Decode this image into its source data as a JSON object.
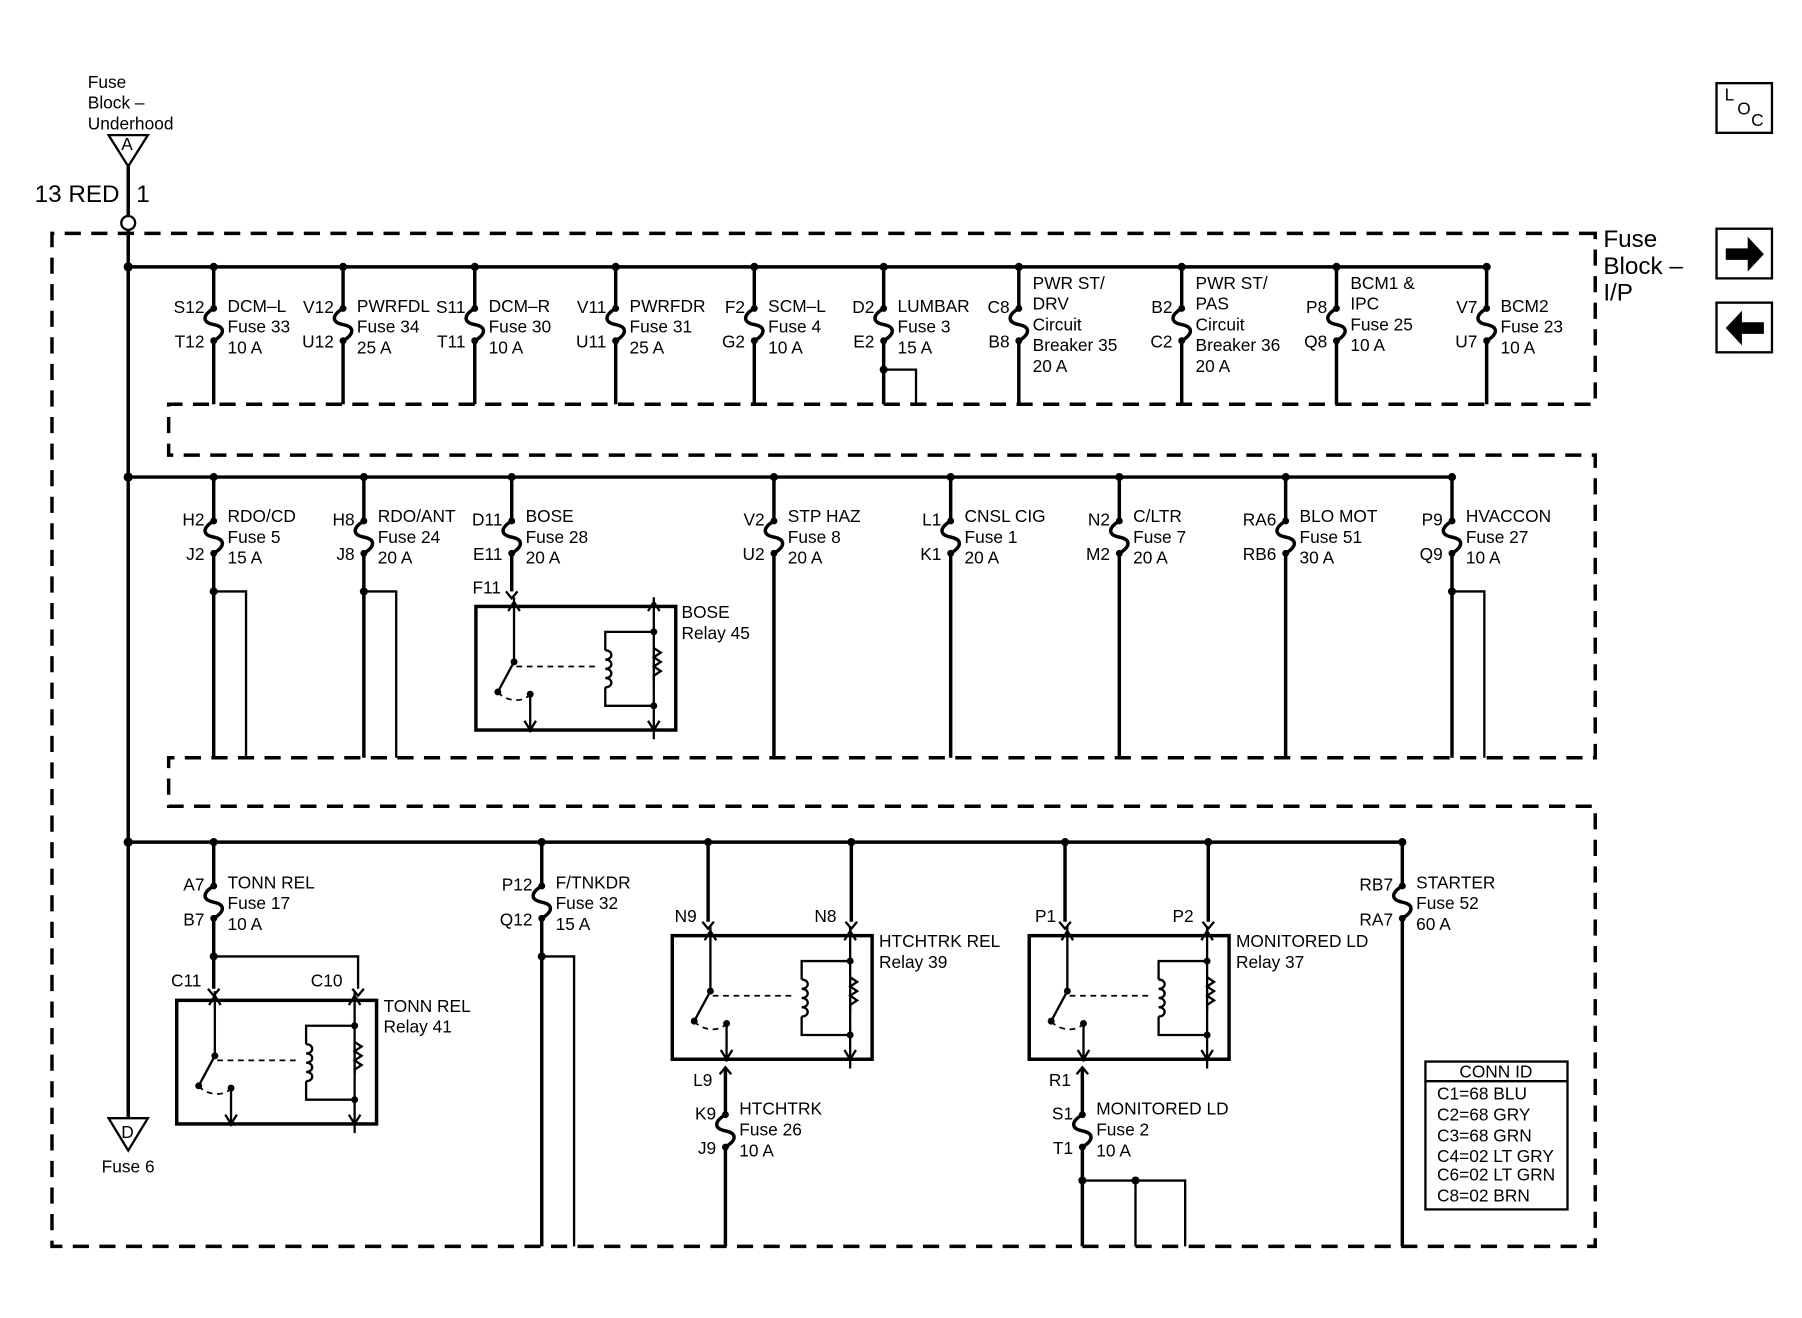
{
  "source": {
    "title_lines": [
      "Fuse",
      "Block –",
      "Underhood"
    ],
    "connector": "A",
    "wire": "13 RED",
    "pin": "1"
  },
  "block_title_lines": [
    "Fuse",
    "Block –",
    "I/P"
  ],
  "loc_icon": {
    "letters": [
      "L",
      "O",
      "C"
    ]
  },
  "nav": {
    "next_icon": "arrow-right-icon",
    "prev_icon": "arrow-left-icon"
  },
  "row1": [
    {
      "top_pin": "S12",
      "bottom_pin": "T12",
      "lines": [
        "DCM–L",
        "Fuse 33",
        "10 A"
      ]
    },
    {
      "top_pin": "V12",
      "bottom_pin": "U12",
      "lines": [
        "PWRFDL",
        "Fuse 34",
        "25 A"
      ]
    },
    {
      "top_pin": "S11",
      "bottom_pin": "T11",
      "lines": [
        "DCM–R",
        "Fuse 30",
        "10 A"
      ]
    },
    {
      "top_pin": "V11",
      "bottom_pin": "U11",
      "lines": [
        "PWRFDR",
        "Fuse 31",
        "25 A"
      ]
    },
    {
      "top_pin": "F2",
      "bottom_pin": "G2",
      "lines": [
        "SCM–L",
        "Fuse 4",
        "10 A"
      ]
    },
    {
      "top_pin": "D2",
      "bottom_pin": "E2",
      "lines": [
        "LUMBAR",
        "Fuse 3",
        "15 A"
      ]
    },
    {
      "top_pin": "C8",
      "bottom_pin": "B8",
      "lines": [
        "PWR ST/",
        "DRV",
        "Circuit",
        "Breaker 35",
        "20 A"
      ]
    },
    {
      "top_pin": "B2",
      "bottom_pin": "C2",
      "lines": [
        "PWR ST/",
        "PAS",
        "Circuit",
        "Breaker 36",
        "20 A"
      ]
    },
    {
      "top_pin": "P8",
      "bottom_pin": "Q8",
      "lines": [
        "BCM1 &",
        "IPC",
        "Fuse 25",
        "10 A"
      ]
    },
    {
      "top_pin": "V7",
      "bottom_pin": "U7",
      "lines": [
        "BCM2",
        "Fuse 23",
        "10 A"
      ]
    }
  ],
  "row2": [
    {
      "top_pin": "H2",
      "bottom_pin": "J2",
      "lines": [
        "RDO/CD",
        "Fuse 5",
        "15 A"
      ]
    },
    {
      "top_pin": "H8",
      "bottom_pin": "J8",
      "lines": [
        "RDO/ANT",
        "Fuse 24",
        "20 A"
      ]
    },
    {
      "top_pin": "D11",
      "bottom_pin": "E11",
      "lines": [
        "BOSE",
        "Fuse 28",
        "20 A"
      ]
    },
    {
      "top_pin": "V2",
      "bottom_pin": "U2",
      "lines": [
        "STP HAZ",
        "Fuse 8",
        "20 A"
      ]
    },
    {
      "top_pin": "L1",
      "bottom_pin": "K1",
      "lines": [
        "CNSL CIG",
        "Fuse 1",
        "20 A"
      ]
    },
    {
      "top_pin": "N2",
      "bottom_pin": "M2",
      "lines": [
        "C/LTR",
        "Fuse 7",
        "20 A"
      ]
    },
    {
      "top_pin": "RA6",
      "bottom_pin": "RB6",
      "lines": [
        "BLO MOT",
        "Fuse 51",
        "30 A"
      ]
    },
    {
      "top_pin": "P9",
      "bottom_pin": "Q9",
      "lines": [
        "HVACCON",
        "Fuse 27",
        "10 A"
      ]
    }
  ],
  "bose_relay": {
    "pin": "F11",
    "lines": [
      "BOSE",
      "Relay 45"
    ]
  },
  "row3_fuses": [
    {
      "top_pin": "A7",
      "bottom_pin": "B7",
      "lines": [
        "TONN REL",
        "Fuse 17",
        "10 A"
      ]
    },
    {
      "top_pin": "P12",
      "bottom_pin": "Q12",
      "lines": [
        "F/TNKDR",
        "Fuse 32",
        "15 A"
      ]
    },
    {
      "top_pin": "RB7",
      "bottom_pin": "RA7",
      "lines": [
        "STARTER",
        "Fuse 52",
        "60 A"
      ]
    }
  ],
  "tonn_relay": {
    "pins": [
      "C11",
      "C10"
    ],
    "lines": [
      "TONN REL",
      "Relay 41"
    ]
  },
  "htchtrk_relay": {
    "pins": [
      "N9",
      "N8"
    ],
    "lines": [
      "HTCHTRK REL",
      "Relay 39"
    ],
    "out_pin": "L9"
  },
  "htchtrk_fuse": {
    "top_pin": "K9",
    "bottom_pin": "J9",
    "lines": [
      "HTCHTRK",
      "Fuse 26",
      "10 A"
    ]
  },
  "monitored_relay": {
    "pins": [
      "P1",
      "P2"
    ],
    "lines": [
      "MONITORED LD",
      "Relay 37"
    ],
    "out_pin": "R1"
  },
  "monitored_fuse": {
    "top_pin": "S1",
    "bottom_pin": "T1",
    "lines": [
      "MONITORED LD",
      "Fuse 2",
      "10 A"
    ]
  },
  "dest": {
    "connector": "D",
    "label": "Fuse 6"
  },
  "conn_id": {
    "title": "CONN ID",
    "rows": [
      "C1=68 BLU",
      "C2=68 GRY",
      "C3=68 GRN",
      "C4=02 LT GRY",
      "C6=02 LT GRN",
      "C8=02 BRN"
    ]
  }
}
